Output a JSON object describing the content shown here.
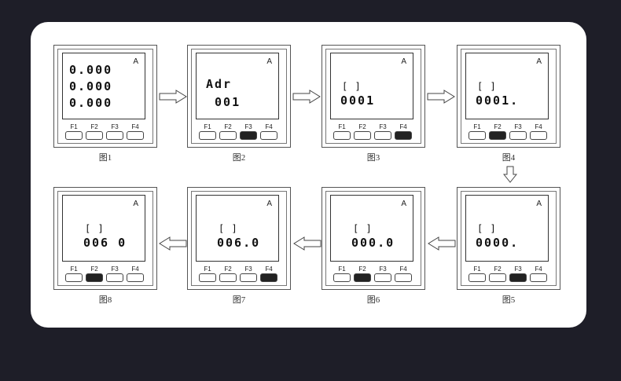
{
  "figures": [
    {
      "caption": "图1",
      "unit": "A",
      "lines": [
        "0.000",
        "0.000",
        "0.000"
      ],
      "active_key": null
    },
    {
      "caption": "图2",
      "unit": "A",
      "lines": [
        "Adr",
        " 001"
      ],
      "active_key": "F3"
    },
    {
      "caption": "图3",
      "unit": "A",
      "lines": [
        "[ ]",
        "0001"
      ],
      "active_key": "F4"
    },
    {
      "caption": "图4",
      "unit": "A",
      "lines": [
        "[ ]",
        "0001."
      ],
      "active_key": "F2"
    },
    {
      "caption": "图5",
      "unit": "A",
      "lines": [
        "[ ]",
        "0000."
      ],
      "active_key": "F3"
    },
    {
      "caption": "图6",
      "unit": "A",
      "lines": [
        "[ ]",
        "000.0"
      ],
      "active_key": "F2"
    },
    {
      "caption": "图7",
      "unit": "A",
      "lines": [
        "[ ]",
        "006.0"
      ],
      "active_key": "F4"
    },
    {
      "caption": "图8",
      "unit": "A",
      "lines": [
        "[ ]",
        "006 0"
      ],
      "active_key": "F2"
    }
  ],
  "key_labels": [
    "F1",
    "F2",
    "F3",
    "F4"
  ],
  "arrows": [
    "arrow-right",
    "arrow-right",
    "arrow-right",
    "arrow-down",
    "arrow-left",
    "arrow-left",
    "arrow-left"
  ]
}
